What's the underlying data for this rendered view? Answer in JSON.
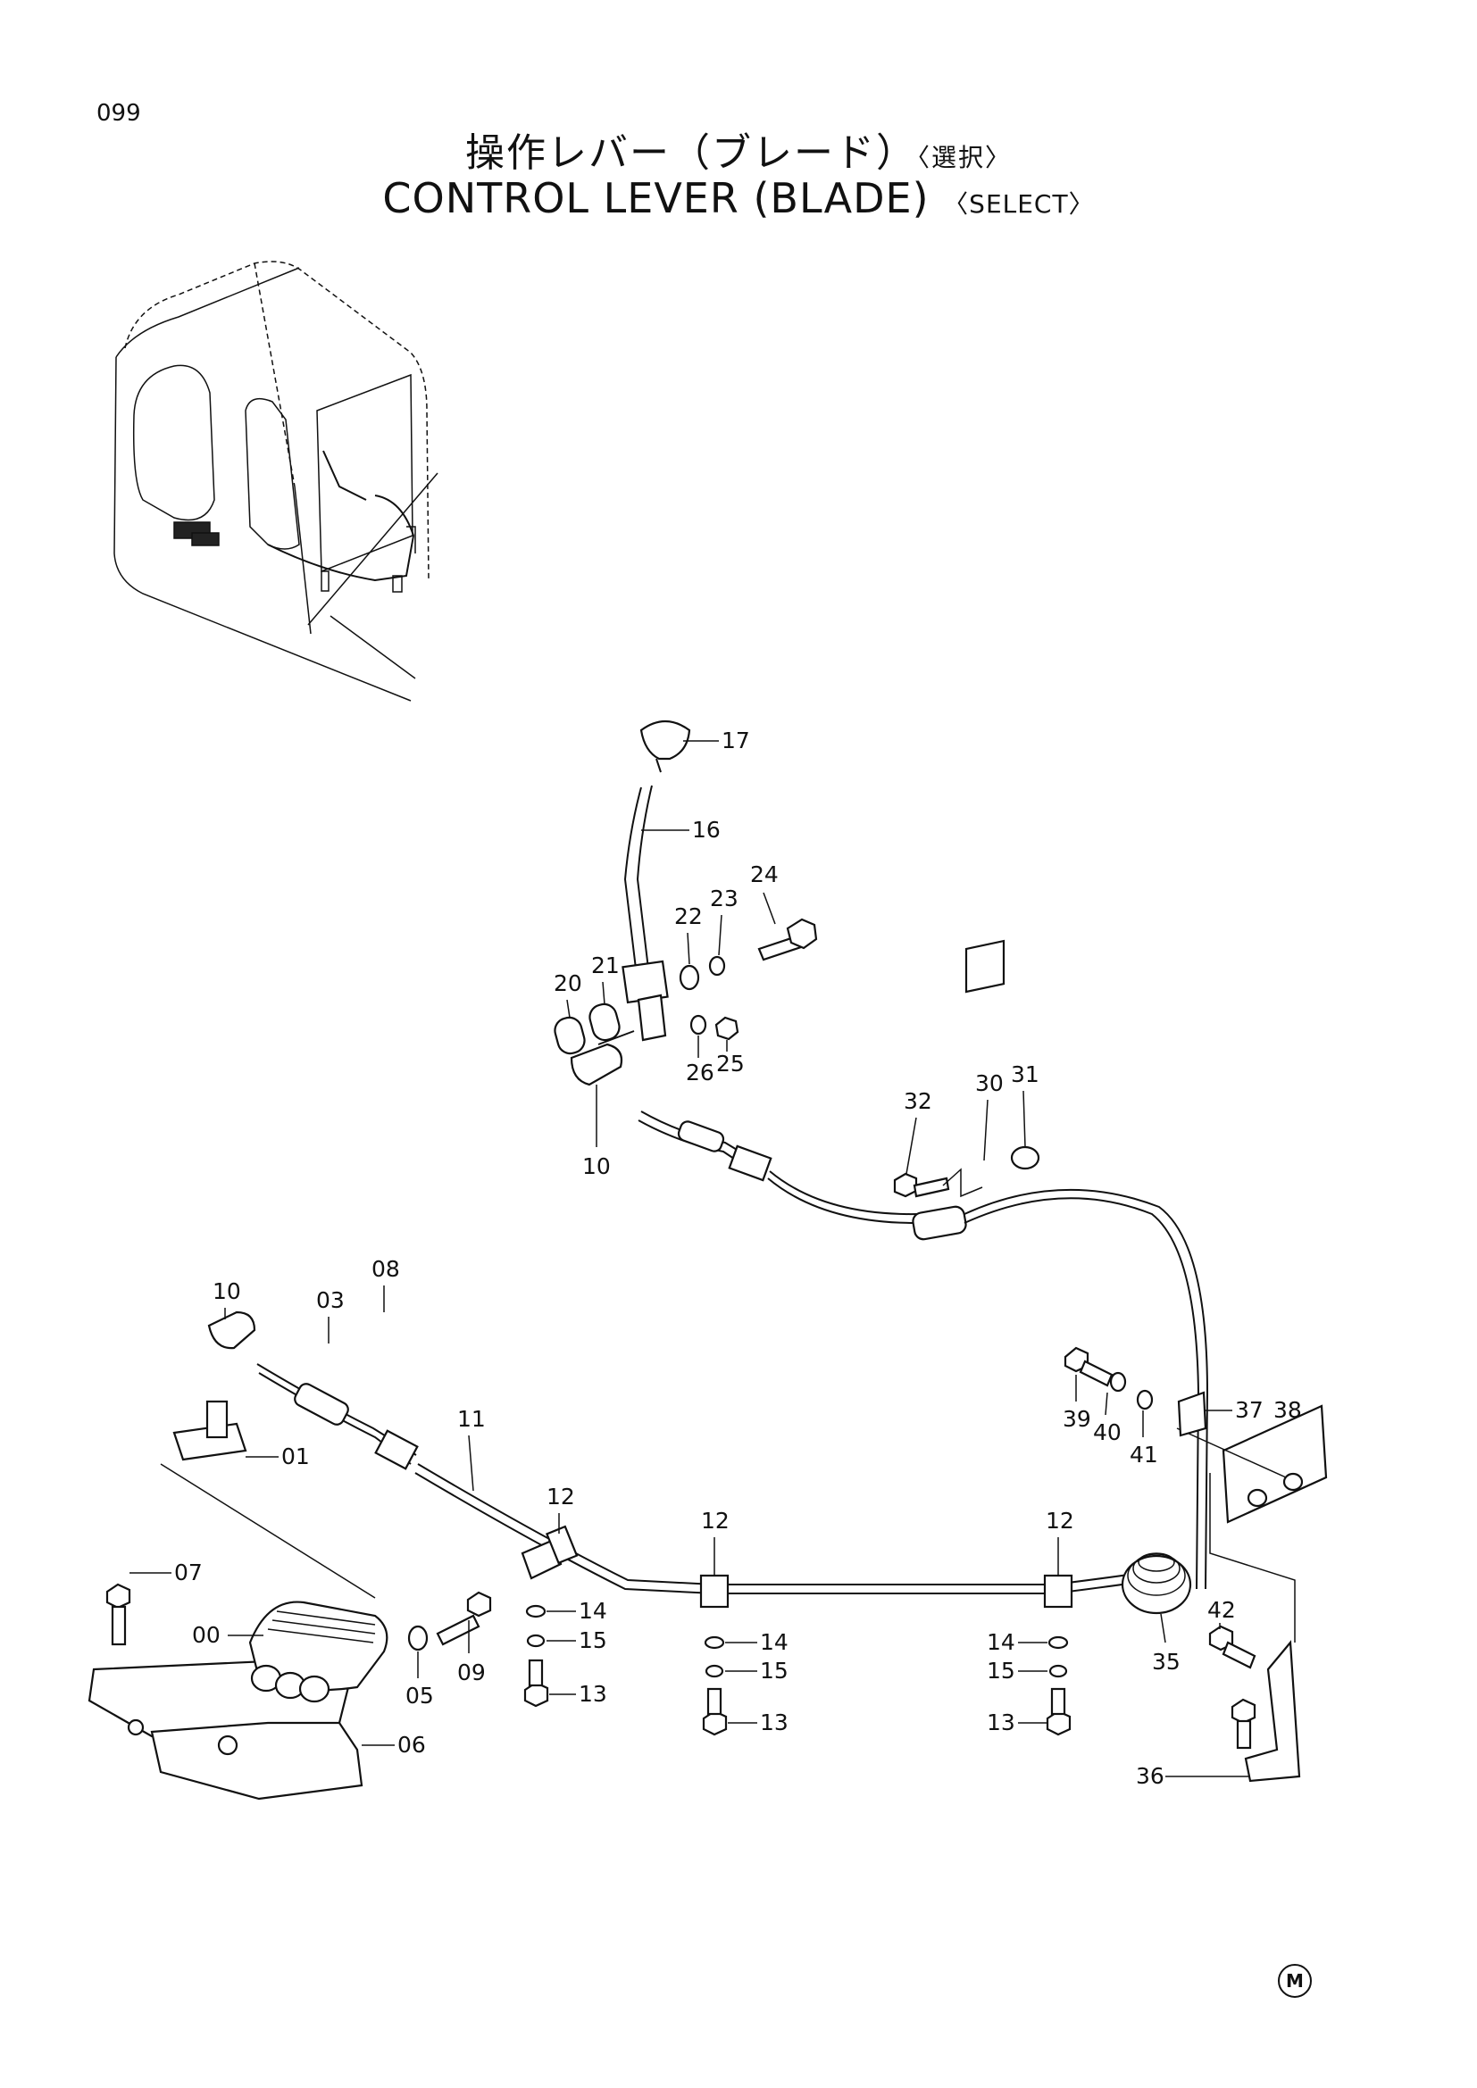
{
  "page_number": "099",
  "title_jp": "操作レバー（ブレード）",
  "title_jp_tag": "〈選択〉",
  "title_en": "CONTROL LEVER (BLADE)",
  "title_en_tag": "〈SELECT〉",
  "maker_mark": "M",
  "callouts": {
    "c17": "17",
    "c16": "16",
    "c24": "24",
    "c22": "22",
    "c23": "23",
    "c20": "20",
    "c21": "21",
    "c26": "26",
    "c25": "25",
    "c10a": "10",
    "c32": "32",
    "c30": "30",
    "c31": "31",
    "c10b": "10",
    "c03": "03",
    "c08": "08",
    "c01": "01",
    "c11": "11",
    "c07": "07",
    "c00": "00",
    "c05": "05",
    "c09": "09",
    "c06": "06",
    "c12a": "12",
    "c14a": "14",
    "c15a": "15",
    "c13a": "13",
    "c12b": "12",
    "c14b": "14",
    "c15b": "15",
    "c13b": "13",
    "c12c": "12",
    "c14c": "14",
    "c15c": "15",
    "c13c": "13",
    "c39": "39",
    "c40": "40",
    "c41": "41",
    "c37": "37",
    "c38": "38",
    "c42": "42",
    "c35": "35",
    "c36": "36"
  }
}
